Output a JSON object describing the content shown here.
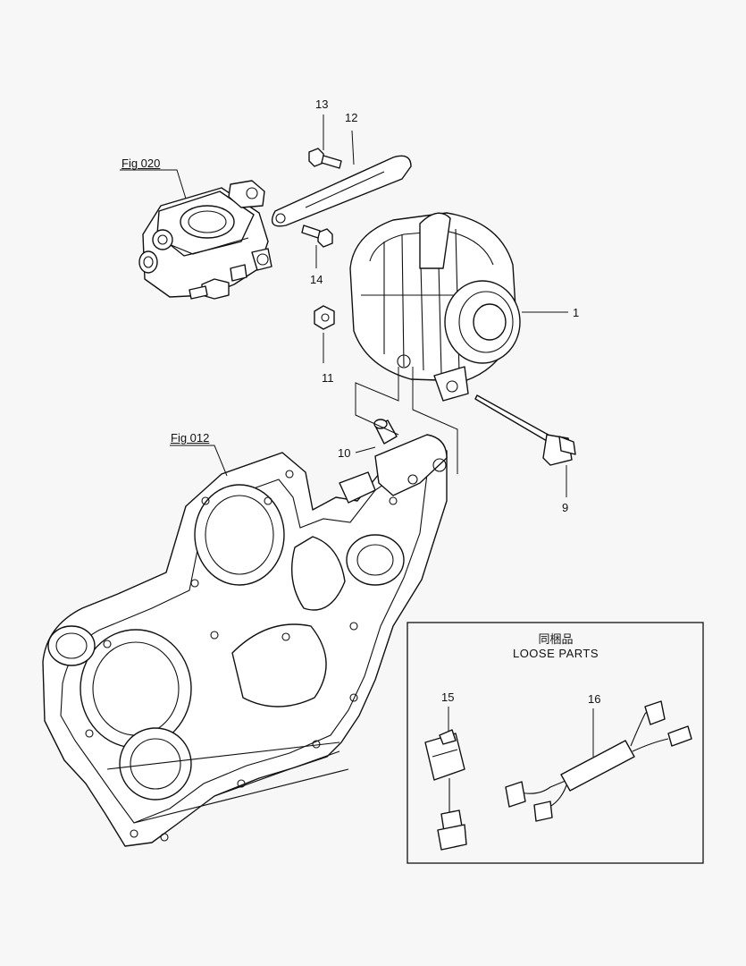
{
  "figure_refs": {
    "upper": "Fig 020",
    "lower": "Fig 012"
  },
  "callouts": {
    "c1": "1",
    "c9": "9",
    "c10": "10",
    "c11": "11",
    "c12": "12",
    "c13": "13",
    "c14": "14",
    "c15": "15",
    "c16": "16"
  },
  "loose_parts": {
    "title_jp": "同梱品",
    "title_en": "LOOSE PARTS"
  }
}
